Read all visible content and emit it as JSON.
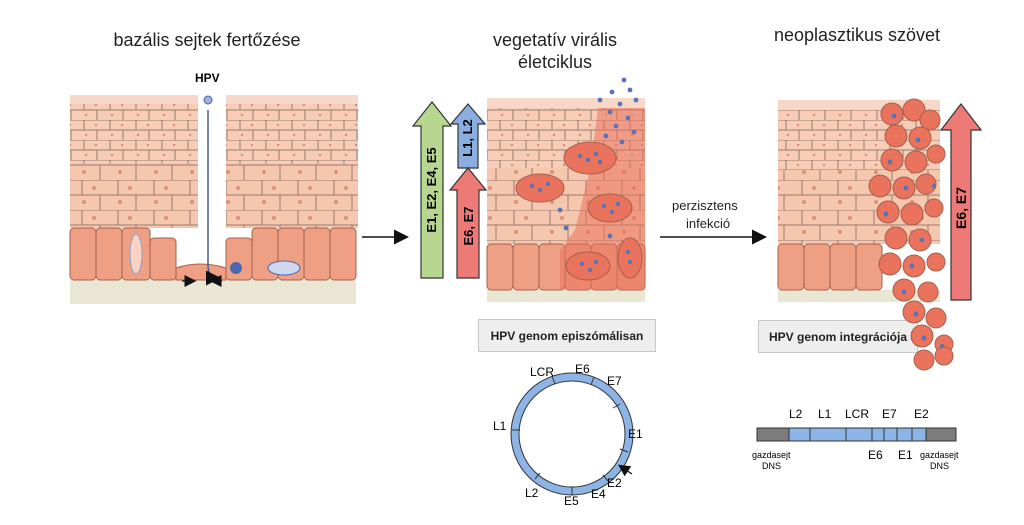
{
  "titles": {
    "left": "bazális sejtek fertőzése",
    "middle_line1": "vegetatív virális",
    "middle_line2": "életciklus",
    "right": "neoplasztikus szövet"
  },
  "hpv_label": "HPV",
  "arrows": {
    "early": "E1, E2, E4, E5",
    "late": "L1, L2",
    "oncogenes_mid": "E6, E7",
    "oncogenes_right": "E6, E7"
  },
  "transition": {
    "line1": "perzisztens",
    "line2": "infekció"
  },
  "boxes": {
    "episomal": "HPV genom episzómálisan",
    "integrated": "HPV genom integrációja"
  },
  "circle_genome": [
    "LCR",
    "E6",
    "E7",
    "E1",
    "E2",
    "E4",
    "E5",
    "L2",
    "L1"
  ],
  "linear_genome": {
    "top": [
      "L2",
      "L1",
      "LCR",
      "E7",
      "E2"
    ],
    "bottom": [
      "E6",
      "E1"
    ],
    "host_left_1": "gazdasejt",
    "host_left_2": "DNS",
    "host_right_1": "gazdasejt",
    "host_right_2": "DNS"
  },
  "colors": {
    "green_arrow": "#b7d790",
    "blue_arrow": "#8aaee0",
    "red_arrow": "#ee7a78",
    "genome_blue": "#8db4e6",
    "host_grey": "#7c7c7c",
    "cell_pink": "#f7cdb7",
    "basal_cell": "#ef9f83",
    "infected_cell": "#e9735c"
  }
}
